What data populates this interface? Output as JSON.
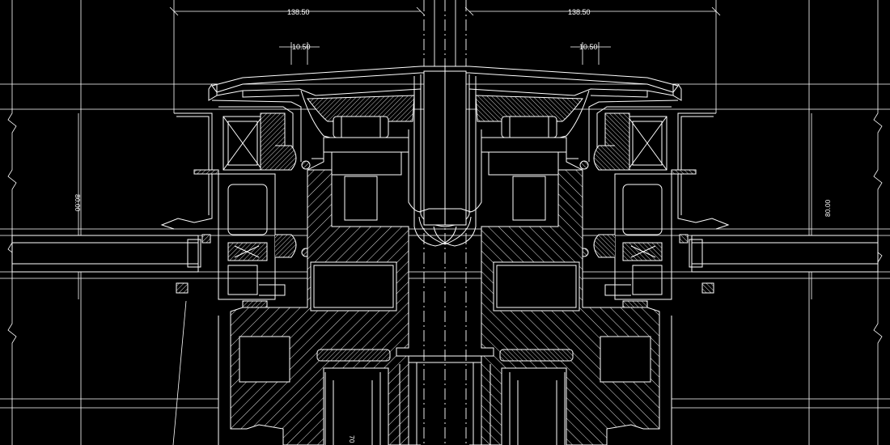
{
  "drawing": {
    "background": "#000000",
    "line_color": "#ffffff",
    "centerline_dash": "14 4 2 4"
  },
  "dimensions": {
    "top_left_width": "138.50",
    "top_right_width": "138.50",
    "left_offset": "10.50",
    "right_offset": "10.50",
    "left_height": "80.00",
    "right_height": "80.00",
    "bottom_label": "70"
  }
}
